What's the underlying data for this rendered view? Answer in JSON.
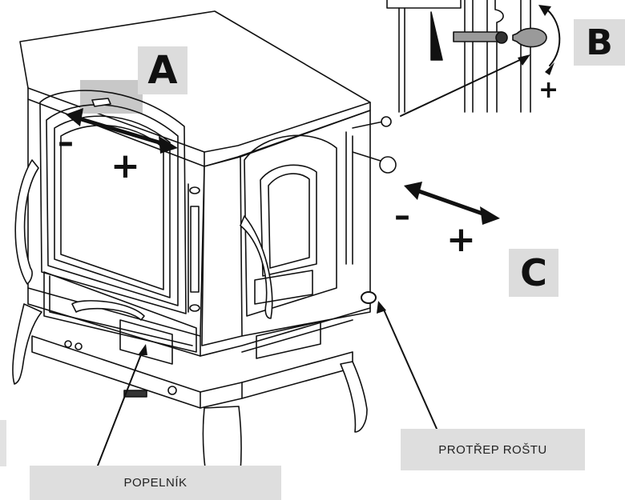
{
  "labels": {
    "a": "A",
    "b": "B",
    "c": "C"
  },
  "signs": {
    "minus_a": "–",
    "plus_a": "+",
    "minus_c": "–",
    "plus_c": "+",
    "plus_b": "+"
  },
  "captions": {
    "ash_pan": "POPELNÍK",
    "grate_shaker": "PROTŘEP ROŠTU"
  },
  "colors": {
    "line": "#111111",
    "label_bg": "#dcdcdc",
    "highlight": "#c8c8c8"
  }
}
